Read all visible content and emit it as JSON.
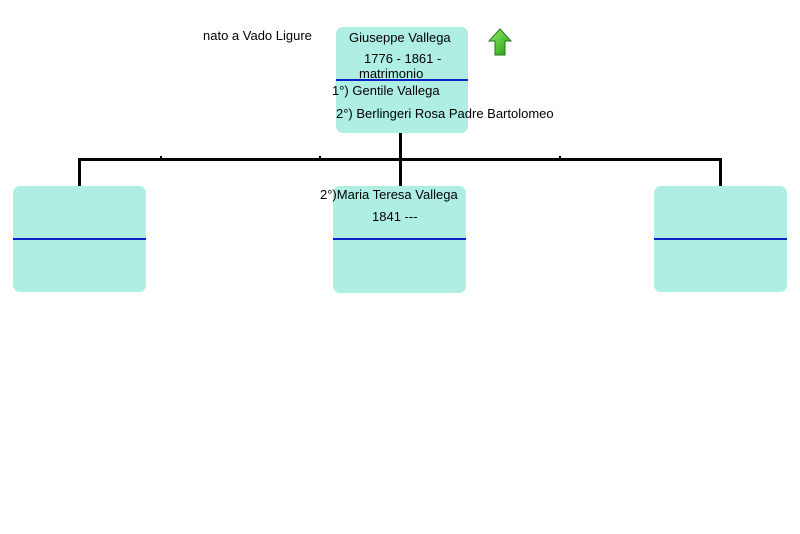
{
  "root": {
    "birthplace": "nato a Vado Ligure",
    "name": "Giuseppe Vallega",
    "dates": "1776 - 1861 -",
    "marriage_label": "matrimonio",
    "spouse_1": "1°) Gentile Vallega",
    "spouse_2": "2°) Berlingeri Rosa Padre Bartolomeo"
  },
  "children": [
    {
      "name": "",
      "dates": ""
    },
    {
      "name": "2°)Maria Teresa Vallega",
      "dates": "1841 ---"
    },
    {
      "name": "",
      "dates": ""
    }
  ],
  "colors": {
    "box": "#aeeee3",
    "separator": "#0a22c8",
    "arrow": "#3fbf1f"
  },
  "icons": {
    "up_arrow": "green-up-arrow-icon"
  }
}
